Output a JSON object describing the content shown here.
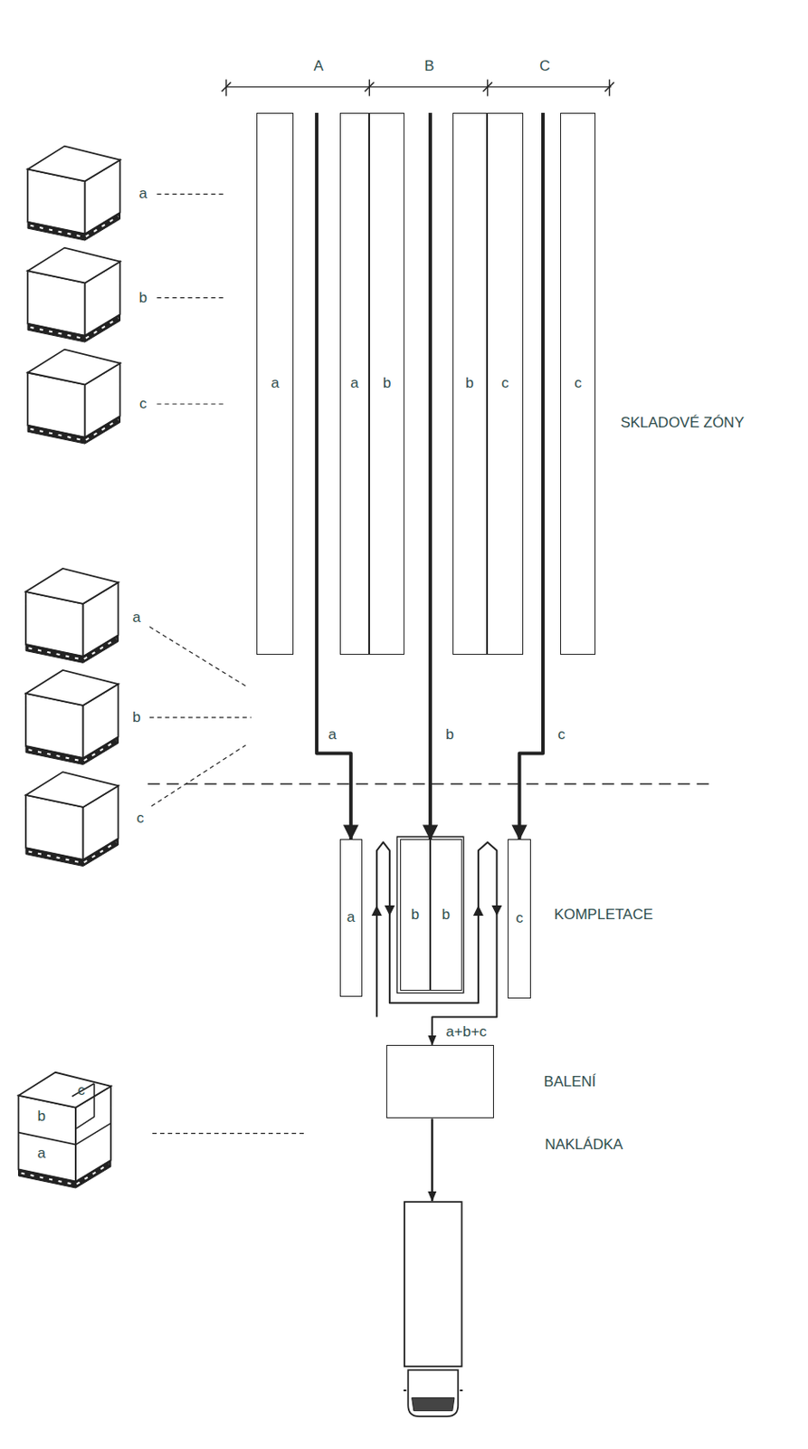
{
  "diagram": {
    "nodes": [
      {
        "text": [
          "a"
        ]
      },
      {
        "text": [
          "a"
        ]
      },
      {
        "text": [
          "b"
        ]
      },
      {
        "text": [
          "b"
        ]
      },
      {
        "text": [
          "c"
        ]
      },
      {
        "text": [
          "c"
        ]
      },
      {
        "text": [
          "a"
        ]
      },
      {
        "text": [
          "b"
        ]
      },
      {
        "text": [
          "b"
        ]
      },
      {
        "text": [
          "c"
        ]
      },
      {
        "text": [
          "BALENÍ"
        ]
      }
    ],
    "edges": [
      {
        "from": 0,
        "to": 6,
        "arrow": "to",
        "label": "a"
      },
      {
        "from": 2,
        "to": 7,
        "arrow": "to",
        "label": "b"
      },
      {
        "from": 4,
        "to": 9,
        "arrow": "to",
        "label": "c"
      },
      {
        "from": 6,
        "to": 10,
        "arrow": "to",
        "label": "a+b+c"
      }
    ],
    "labels": [
      "A",
      "B",
      "C",
      "a",
      "b",
      "c",
      "SKLADOVÉ ZÓNY",
      "a",
      "b",
      "c",
      "KOMPLETACE",
      "b",
      "c",
      "a",
      "NAKLÁDKA"
    ]
  }
}
